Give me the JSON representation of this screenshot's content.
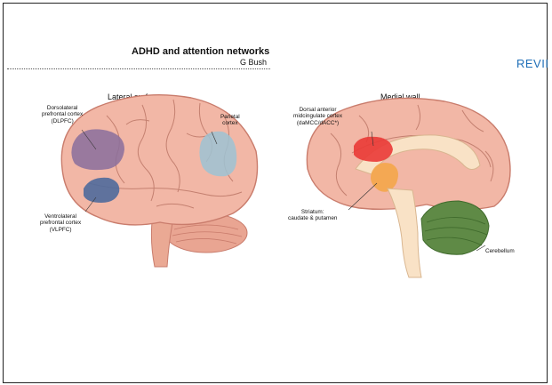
{
  "header": {
    "title": "ADHD and attention networks",
    "author": "G Bush",
    "section": "REVII"
  },
  "figure": {
    "lateral": {
      "title": "Lateral surface",
      "labels": {
        "dlpfc": "Dorsolateral\nprefrontal cortex\n(DLPFC)",
        "parietal": "Parietal\ncortex",
        "vlpfc": "Ventrolateral\nprefrontal cortex\n(VLPFC)"
      }
    },
    "medial": {
      "title": "Medial wall",
      "labels": {
        "damcc": "Dorsal anterior\nmidcingulate cortex\n(daMCC/dACC*)",
        "striatum": "Striatum:\ncaudate & putamen",
        "cerebellum": "Cerebellum"
      }
    },
    "colors": {
      "brain": "#f2b7a6",
      "dlpfc": "#8a6f9c",
      "vlpfc": "#4f6a9c",
      "parietal": "#9ec3d3",
      "damcc": "#ea3a36",
      "striatum": "#f4a64a",
      "cerebellum": "#5f8a46"
    }
  }
}
